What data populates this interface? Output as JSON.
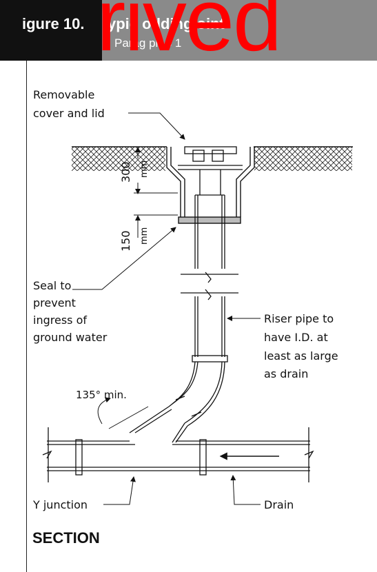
{
  "header": {
    "figure_number": "igure 10.",
    "title": "ypic    odding  oint",
    "subtitle": "Parag   ph 3   1"
  },
  "watermark": "rived",
  "labels": {
    "cover_line1": "Removable",
    "cover_line2": "cover and lid",
    "dim_300": "300",
    "dim_300_unit": "mm",
    "dim_150": "150",
    "dim_150_unit": "mm",
    "seal_line1": "Seal to",
    "seal_line2": "prevent",
    "seal_line3": "ingress of",
    "seal_line4": "ground water",
    "riser_line1": "Riser pipe to",
    "riser_line2": "have I.D. at",
    "riser_line3": "least as large",
    "riser_line4": "as drain",
    "angle": "135° min.",
    "y_junction": "Y junction",
    "drain": "Drain"
  },
  "section_label": "SECTION",
  "colors": {
    "header_dark": "#111111",
    "header_grey": "#8a8a8a",
    "watermark": "#ff0000"
  }
}
